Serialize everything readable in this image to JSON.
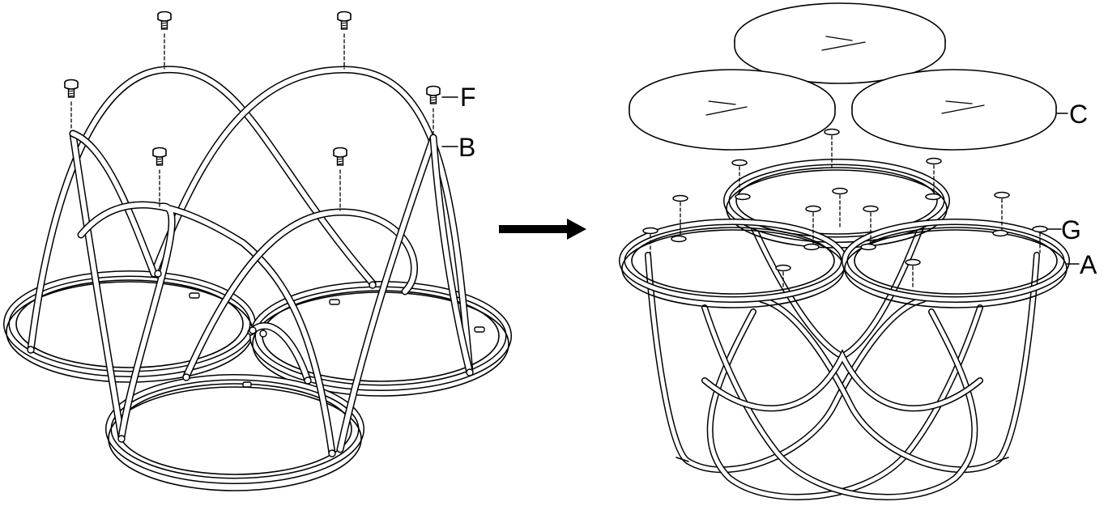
{
  "callouts": [
    {
      "id": "F",
      "label": "F"
    },
    {
      "id": "B",
      "label": "B"
    },
    {
      "id": "C",
      "label": "C"
    },
    {
      "id": "G",
      "label": "G"
    },
    {
      "id": "A",
      "label": "A"
    }
  ],
  "step": {
    "from": "frame-with-bolts",
    "to": "frame-with-glass-tops",
    "arrow_icon": "right-arrow-icon"
  },
  "colors": {
    "ink": "#000000",
    "paper": "#ffffff"
  }
}
